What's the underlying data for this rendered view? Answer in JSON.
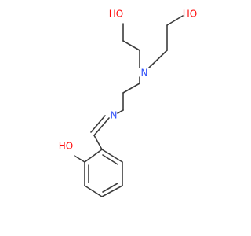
{
  "molecule": {
    "atoms": {
      "oh_top_left": {
        "text": "HO",
        "color": "#ff0d0d"
      },
      "oh_top_right": {
        "text": "HO",
        "color": "#ff0d0d"
      },
      "n_amine": {
        "text": "N",
        "color": "#3050f8"
      },
      "n_imine": {
        "text": "N",
        "color": "#3050f8"
      },
      "oh_phenol": {
        "text": "HO",
        "color": "#ff0d0d"
      }
    },
    "bond_color": "#3c3c3c"
  }
}
